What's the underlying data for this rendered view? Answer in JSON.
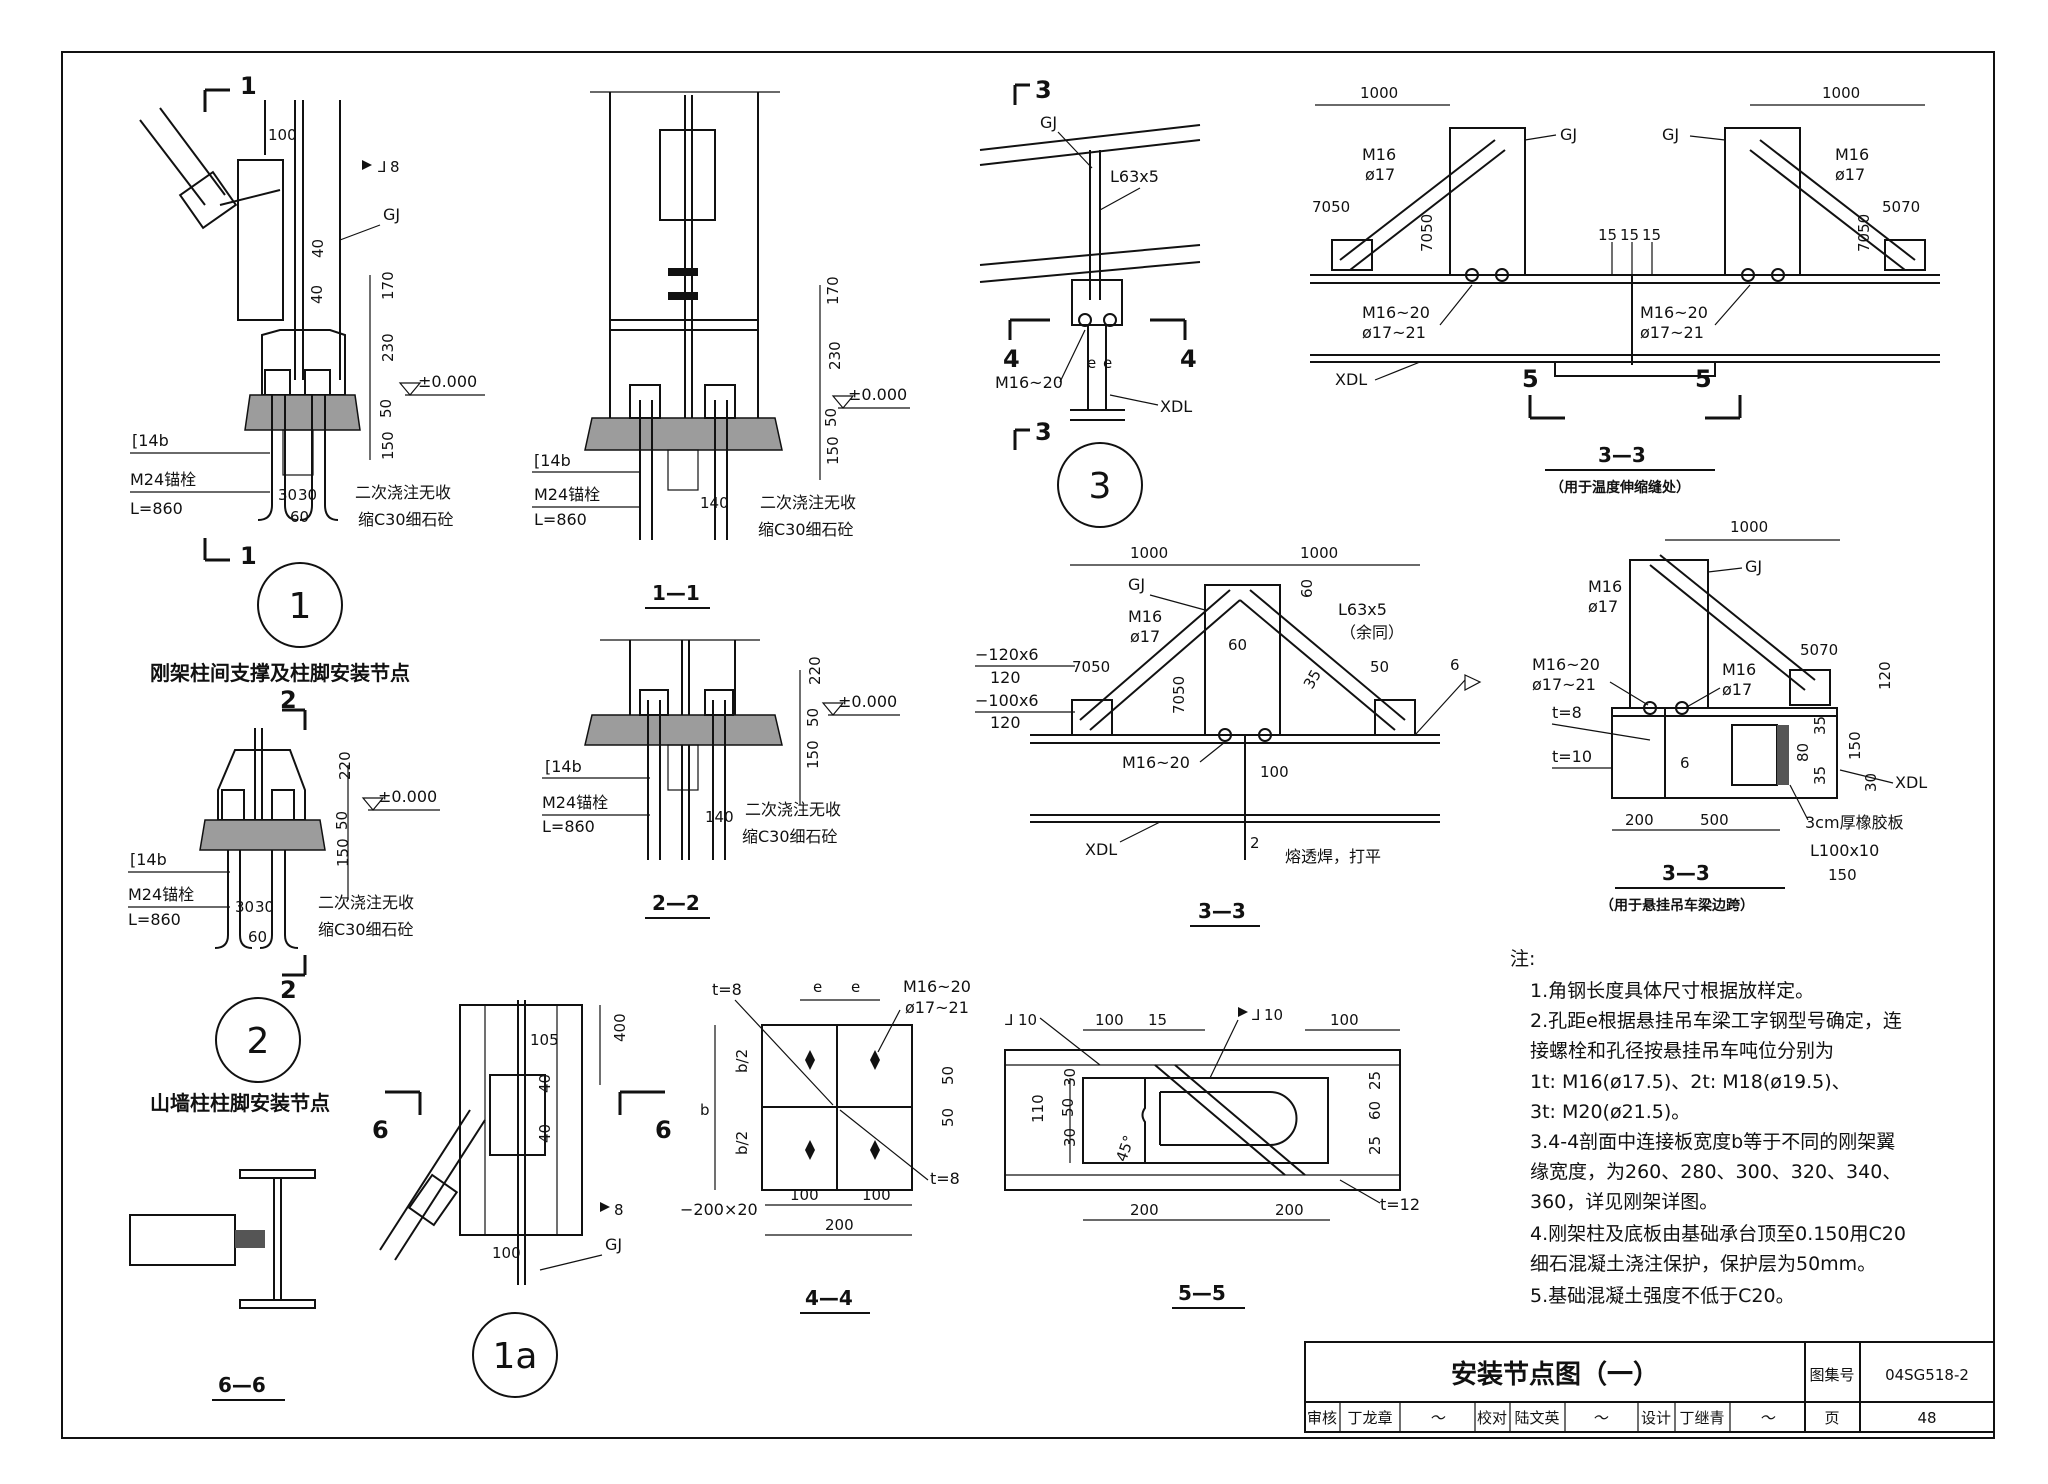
{
  "sheet": {
    "title": "安装节点图（一）",
    "atlas_label": "图集号",
    "atlas_no": "04SG518-2",
    "page_label": "页",
    "page_no": "48",
    "review_label": "审核",
    "reviewer": "丁龙章",
    "check_label": "校对",
    "checker": "陆文英",
    "design_label": "设计",
    "designer": "丁继青"
  },
  "detail1": {
    "marker": "1",
    "caption": "刚架柱间支撑及柱脚安装节点",
    "sec_mark": "1",
    "dims": [
      "100",
      "40",
      "40",
      "170",
      "230",
      "50",
      "150",
      "30",
      "30",
      "60"
    ],
    "weld": "8",
    "gj": "GJ",
    "elev": "±0.000",
    "channel": "[14b",
    "bolt": "M24锚栓",
    "bolt_len": "L=860",
    "grout1": "二次浇注无收",
    "grout2": "缩C30细石砼"
  },
  "sec11": {
    "caption": "1—1",
    "dims": [
      "170",
      "230",
      "50",
      "150",
      "140"
    ],
    "elev": "±0.000",
    "channel": "[14b",
    "bolt": "M24锚栓",
    "bolt_len": "L=860",
    "grout1": "二次浇注无收",
    "grout2": "缩C30细石砼"
  },
  "detail2": {
    "marker": "2",
    "caption": "山墙柱柱脚安装节点",
    "sec_mark": "2",
    "dims": [
      "220",
      "50",
      "150",
      "30",
      "30",
      "60"
    ],
    "elev": "±0.000",
    "channel": "[14b",
    "bolt": "M24锚栓",
    "bolt_len": "L=860",
    "grout1": "二次浇注无收",
    "grout2": "缩C30细石砼"
  },
  "sec22": {
    "caption": "2—2",
    "dims": [
      "220",
      "50",
      "150",
      "140"
    ],
    "elev": "±0.000",
    "channel": "[14b",
    "bolt": "M24锚栓",
    "bolt_len": "L=860",
    "grout1": "二次浇注无收",
    "grout2": "缩C30细石砼"
  },
  "detail3": {
    "marker": "3",
    "sec_mark": "3",
    "gj": "GJ",
    "angle": "L63x5",
    "bolt": "M16~20",
    "e": "e",
    "xdl": "XDL",
    "sec4": "4"
  },
  "sec33a": {
    "caption": "3—3",
    "sub": "（用于温度伸缩缝处）",
    "w1": "1000",
    "w2": "1000",
    "gj": "GJ",
    "m16": "M16",
    "d17": "ø17",
    "d7050": "7050",
    "d5070": "5070",
    "d15": "15",
    "bolt": "M16~20",
    "hole": "ø17~21",
    "xdl": "XDL",
    "sec5": "5"
  },
  "sec33b": {
    "caption": "3—3",
    "w1": "1000",
    "w2": "1000",
    "gj": "GJ",
    "m16": "M16",
    "d17": "ø17",
    "d60a": "60",
    "d60b": "60",
    "angle": "L63x5",
    "same": "（余同）",
    "pl1": "−120x6",
    "pl1b": "120",
    "pl2": "−100x6",
    "pl2b": "120",
    "d7050": "7050",
    "d35": "35",
    "d50": "50",
    "bolt": "M16~20",
    "d100": "100",
    "weld6": "6",
    "xdl": "XDL",
    "w2n": "2",
    "weld_note": "熔透焊，打平"
  },
  "sec33c": {
    "caption": "3—3",
    "sub": "（用于悬挂吊车梁边跨）",
    "w1": "1000",
    "gj": "GJ",
    "m16": "M16",
    "d17": "ø17",
    "bolt": "M16~20",
    "hole": "ø17~21",
    "d5070": "5070",
    "d120": "120",
    "t8": "t=8",
    "t10": "t=10",
    "w6": "6",
    "d35": "35",
    "d80": "80",
    "d150": "150",
    "d30": "30",
    "xdl": "XDL",
    "d200": "200",
    "d500": "500",
    "rubber": "3cm厚橡胶板",
    "angle": "L100x10",
    "d150b": "150"
  },
  "detail1a": {
    "marker": "1a",
    "dims": [
      "105",
      "40",
      "40",
      "400",
      "100"
    ],
    "weld": "8",
    "gj": "GJ",
    "sec6": "6"
  },
  "sec44": {
    "caption": "4—4",
    "t8a": "t=8",
    "t8b": "t=8",
    "e1": "e",
    "e2": "e",
    "bolt": "M16~20",
    "hole": "ø17~21",
    "b": "b",
    "b2a": "b/2",
    "b2b": "b/2",
    "d50a": "50",
    "d50b": "50",
    "plate": "−200×20",
    "d100a": "100",
    "d100b": "100",
    "d200": "200"
  },
  "sec55": {
    "caption": "5—5",
    "weld1": "10",
    "weld2": "10",
    "d100a": "100",
    "d15": "15",
    "d100b": "100",
    "d30a": "30",
    "d50": "50",
    "d30b": "30",
    "d110": "110",
    "ang": "45°",
    "d25a": "25",
    "d60": "60",
    "d25b": "25",
    "d200a": "200",
    "d200b": "200",
    "t12": "t=12"
  },
  "sec66": {
    "caption": "6—6"
  },
  "notes": {
    "head": "注:",
    "lines": [
      "1.角钢长度具体尺寸根据放样定。",
      "2.孔距e根据悬挂吊车梁工字钢型号确定，连",
      "  接螺栓和孔径按悬挂吊车吨位分别为",
      "  1t: M16(ø17.5)、2t: M18(ø19.5)、",
      "  3t: M20(ø21.5)。",
      "3.4-4剖面中连接板宽度b等于不同的刚架翼",
      "  缘宽度，为260、280、300、320、340、",
      "  360，详见刚架详图。",
      "4.刚架柱及底板由基础承台顶至0.150用C20",
      "  细石混凝土浇注保护，保护层为50mm。",
      "5.基础混凝土强度不低于C20。"
    ]
  }
}
